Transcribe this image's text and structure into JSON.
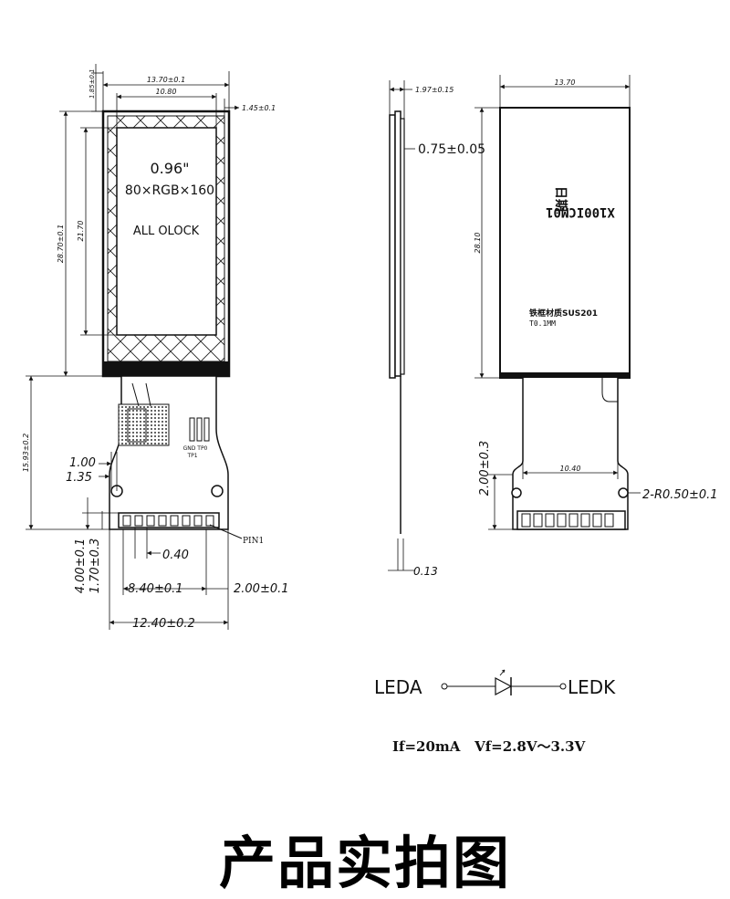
{
  "front_view": {
    "dim_outline_width": "13.70±0.1",
    "dim_active_width": "10.80",
    "dim_top_margin": "1.85±0.1",
    "dim_side_margin": "1.45±0.1",
    "dim_outline_height": "28.70±0.1",
    "dim_active_height": "21.70",
    "dim_fpc_length": "15.93±0.2",
    "screen_line1": "0.96\"",
    "screen_line2": "80×RGB×160",
    "screen_line3": "ALL OLOCK",
    "dim_hole_1": "1.00",
    "dim_hole_2": "1.35",
    "dim_pitch": "0.40",
    "dim_pin_span": "8.40±0.1",
    "dim_edge": "2.00±0.1",
    "dim_fpc_width": "12.40±0.2",
    "dim_fpc_tail_1": "4.00±0.1",
    "dim_fpc_tail_2": "1.70±0.3",
    "pin1_label": "PIN1",
    "testpad_label": "GND TP0",
    "tp1_label": "TP1"
  },
  "side_view": {
    "dim_total_thickness": "1.97±0.15",
    "dim_glass": "0.75±0.05",
    "dim_fpc_thickness": "0.13"
  },
  "back_view": {
    "dim_width": "13.70",
    "dim_height": "28.10",
    "model_line1": "X100ICM01",
    "model_line2": "日期",
    "material_line1": "铁框材质SUS201",
    "material_line2": "T0.1MM",
    "dim_tail": "2.00±0.3",
    "dim_fpc": "10.40",
    "dim_radius": "2-R0.50±0.1"
  },
  "backlight": {
    "anode_label": "LEDA",
    "cathode_label": "LEDK",
    "spec": "If=20mA   Vf=2.8V～3.3V"
  },
  "footer": {
    "title": "产品实拍图"
  }
}
